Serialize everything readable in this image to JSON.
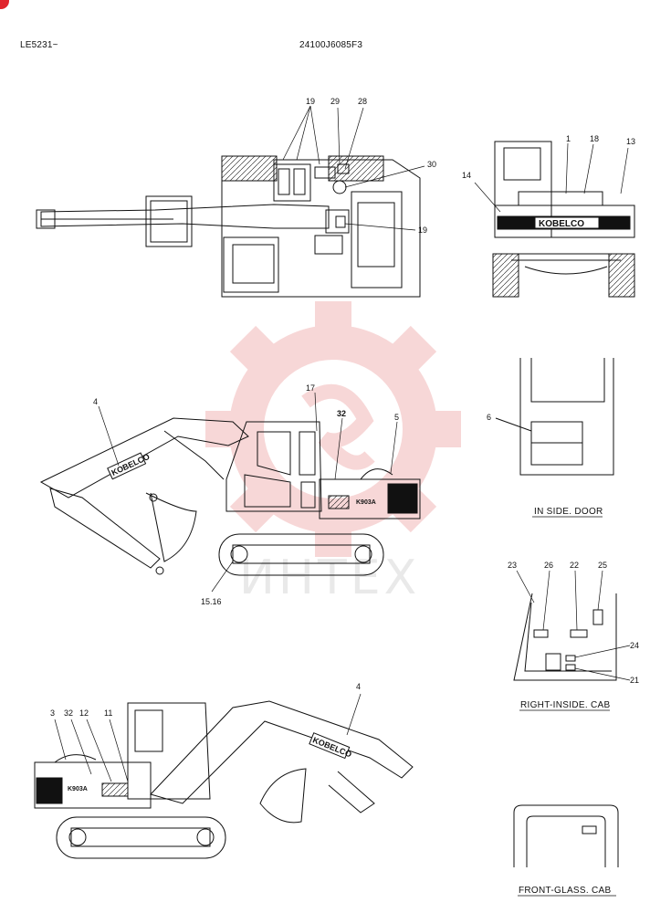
{
  "header": {
    "left_code": "LE5231~",
    "center_code": "24100J6085F3"
  },
  "brand": {
    "name": "KOBELCO",
    "model_badge": "K903A"
  },
  "watermark": {
    "text": "ИНТЕХ",
    "color": "#f2b8b8"
  },
  "colors": {
    "line": "#111111",
    "accent": "#e0242c"
  },
  "views": {
    "top": {
      "callouts": [
        "19",
        "29",
        "28",
        "30",
        "19"
      ]
    },
    "rear": {
      "callouts": [
        "1",
        "18",
        "13",
        "14"
      ]
    },
    "side_left": {
      "callouts": [
        "4",
        "17",
        "32",
        "5",
        "15.16"
      ]
    },
    "inside_door": {
      "caption": "IN SIDE. DOOR",
      "callouts": [
        "6"
      ]
    },
    "right_inside_cab": {
      "caption": "RIGHT-INSIDE. CAB",
      "callouts": [
        "23",
        "26",
        "22",
        "25",
        "24",
        "21"
      ]
    },
    "side_right": {
      "callouts": [
        "3",
        "32",
        "12",
        "11",
        "4"
      ]
    },
    "front_glass_cab": {
      "caption": "FRONT-GLASS. CAB",
      "callouts": []
    }
  }
}
